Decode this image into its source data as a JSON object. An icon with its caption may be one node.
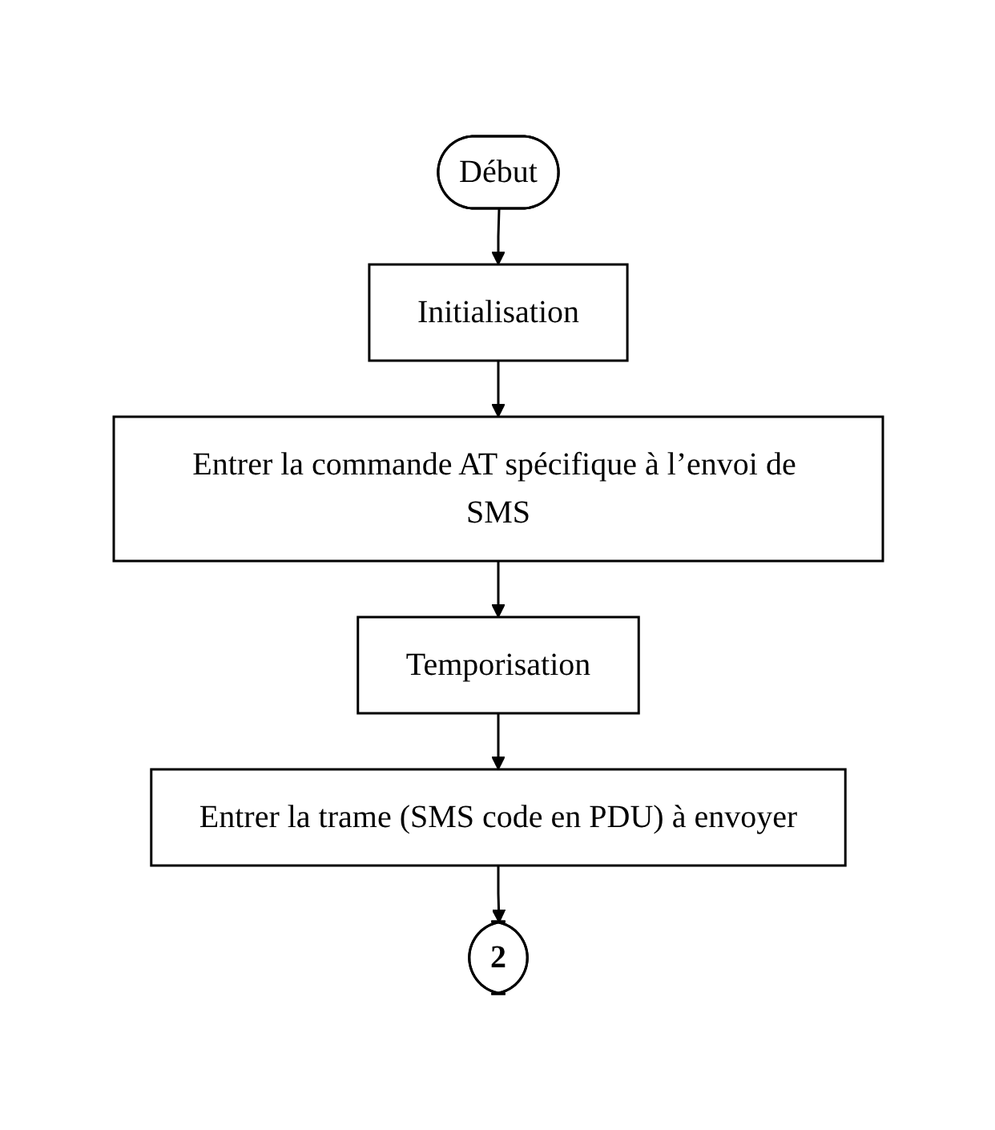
{
  "diagram": {
    "nodes": [
      {
        "text": [
          "Début"
        ]
      },
      {
        "text": [
          "Initialisation"
        ]
      },
      {
        "text": [
          "Entrer la commande AT spécifique à l’envoi de SMS"
        ]
      },
      {
        "text": [
          "Temporisation"
        ]
      },
      {
        "text": [
          "Entrer la trame (SMS code en PDU) à envoyer"
        ]
      },
      {
        "text": [
          "2"
        ]
      }
    ],
    "edges": [
      {
        "from": 0,
        "to": 1,
        "arrow": "to"
      },
      {
        "from": 1,
        "to": 2,
        "arrow": "to"
      },
      {
        "from": 2,
        "to": 3,
        "arrow": "to"
      },
      {
        "from": 3,
        "to": 4,
        "arrow": "to"
      },
      {
        "from": 4,
        "to": 5,
        "arrow": "to"
      }
    ]
  }
}
